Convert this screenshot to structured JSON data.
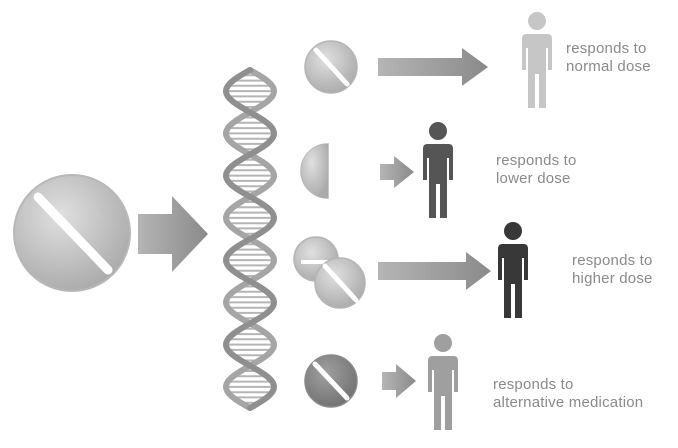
{
  "rows": [
    {
      "label_line1": "responds to",
      "label_line2": "normal dose"
    },
    {
      "label_line1": "responds to",
      "label_line2": "lower dose"
    },
    {
      "label_line1": "responds to",
      "label_line2": "higher dose"
    },
    {
      "label_line1": "responds to",
      "label_line2": "alternative medication"
    }
  ],
  "colors": {
    "pill_light": "#c9c9c9",
    "pill_mid": "#a8a8a8",
    "pill_dark": "#7e7e7e",
    "arrow": "#8f8f8f",
    "person_light": "#c6c6c6",
    "person_dark": "#5a5a5a",
    "person_darkest": "#3a3a3a",
    "person_mid": "#a0a0a0",
    "dna": "#9a9a9a"
  }
}
